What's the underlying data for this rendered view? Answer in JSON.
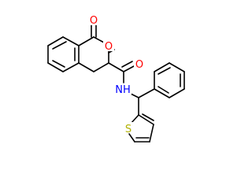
{
  "molecule": {
    "atoms": {
      "O_carbonyl_lactone": "O",
      "O_ring": "O",
      "O_amide": "O",
      "N_amide": "NH",
      "S_thiophene": "S"
    }
  },
  "colors": {
    "oxygen": "#ff0000",
    "nitrogen": "#0000ff",
    "sulfur": "#b2b200",
    "bond": "#000000",
    "background": "#ffffff"
  }
}
